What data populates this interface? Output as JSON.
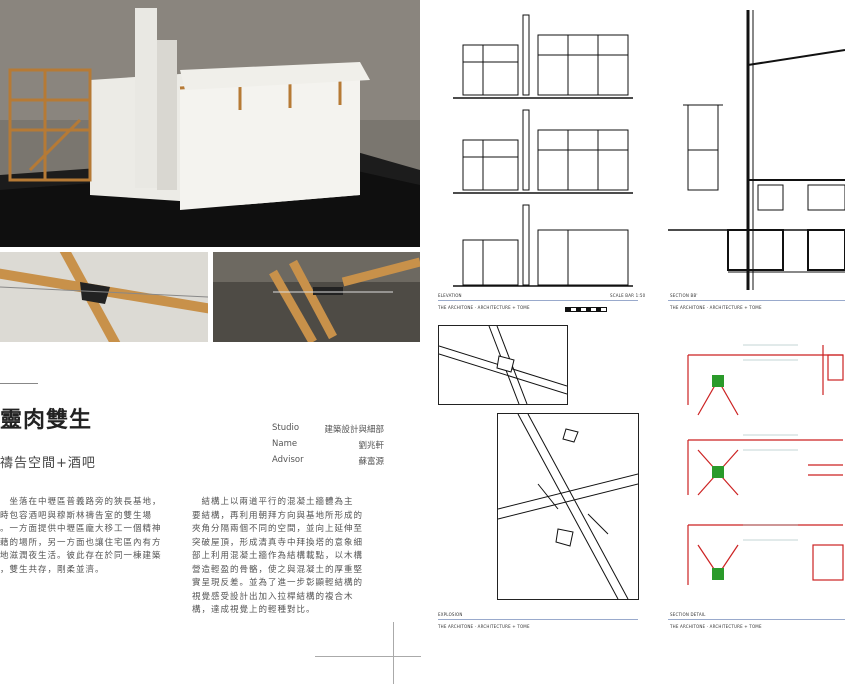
{
  "project": {
    "title": "靈肉雙生",
    "subtitle": "禱告空間+酒吧",
    "info": [
      {
        "label": "Studio",
        "value": "建築設計與細部"
      },
      {
        "label": "Name",
        "value": "劉兆軒"
      },
      {
        "label": "Advisor",
        "value": "蘇富源"
      }
    ],
    "body_left": [
      "　坐落在中壢區普義路旁的狹長基地，",
      "時包容酒吧與穆斯林禱告室的雙生場",
      "。一方面提供中壢區龐大移工一個精神",
      "藉的場所，另一方面也讓住宅區內有方",
      "地滋潤夜生活。彼此存在於同一棟建築",
      "，雙生共存，剛柔並濟。"
    ],
    "body_right": [
      "　結構上以兩道平行的混凝土牆體為主",
      "要結構，再利用朝拜方向與基地所形成的",
      "夾角分隔兩個不同的空間，並向上延伸至",
      "突破屋頂，形成清真寺中拜換塔的意象細",
      "部上利用混凝土牆作為結構載點，以木構",
      "營造輕盈的骨骼，使之與混凝土的厚重堅",
      "實呈現反差。並為了進一步彰顯輕結構的",
      "視覺感受設計出加入拉桿結構的複合木",
      "構，達成視覺上的輕種對比。"
    ]
  },
  "sheets": {
    "elevation": {
      "label": "ELEVATION",
      "scale": "SCALE BAR 1:50",
      "footer": "THE ARCHITONE   ·   ARCHITECTURE + TOME"
    },
    "section": {
      "label": "SECTION BB'",
      "footer": "THE ARCHITONE   ·   ARCHITECTURE + TOME"
    },
    "explosion": {
      "label": "EXPLOSION",
      "footer": "THE ARCHITONE   ·   ARCHITECTURE + TOME"
    },
    "section_detail": {
      "label": "SECTION DETAIL",
      "footer": "THE ARCHITONE   ·   ARCHITECTURE + TOME"
    }
  },
  "colors": {
    "accent": "#cc2222",
    "rule": "#7fa8c8",
    "wood": "#c8914a"
  }
}
